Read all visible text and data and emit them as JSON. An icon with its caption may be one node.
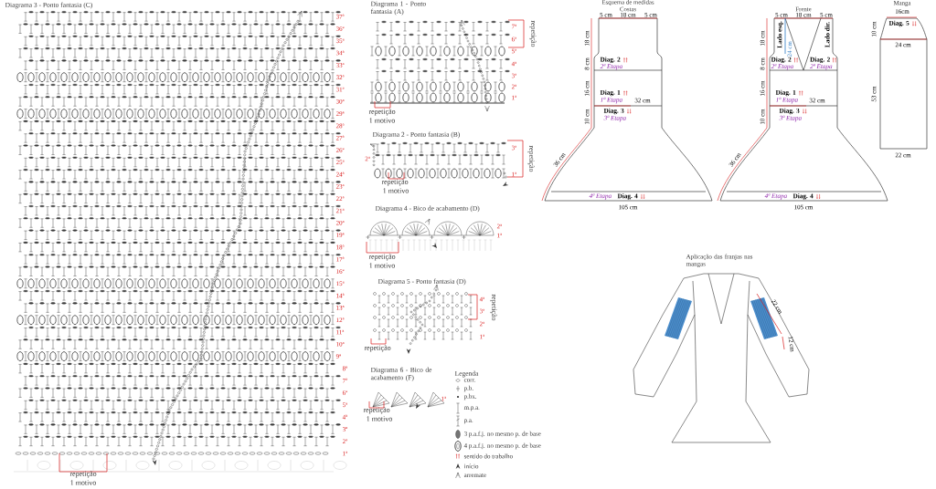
{
  "diagram": {
    "labels": [
      "Diagrama 3 - Ponto fantasia (C)",
      "37ª",
      "36ª",
      "35ª",
      "34ª",
      "33ª",
      "32ª",
      "31ª",
      "30ª",
      "29ª",
      "28ª",
      "27ª",
      "26ª",
      "25ª",
      "24ª",
      "23ª",
      "22ª",
      "21ª",
      "20ª",
      "19ª",
      "18ª",
      "17ª",
      "16ª",
      "15ª",
      "14ª",
      "13ª",
      "12ª",
      "11ª",
      "10ª",
      "9ª",
      "8ª",
      "7ª",
      "6ª",
      "5ª",
      "4ª",
      "3ª",
      "2ª",
      "1ª",
      "repetição",
      "1 motivo",
      "Diagrama 1 - Ponto fantasia (A)",
      "7ª",
      "6ª",
      "5ª",
      "4ª",
      "3ª",
      "2ª",
      "1ª",
      "repetição",
      "repetição",
      "1 motivo",
      "Diagrama 2 - Ponto fantasia (B)",
      "3ª",
      "2ª",
      "1ª",
      "repetição",
      "repetição",
      "1 motivo",
      "Diagrama 4 - Bico de acabamento (D)",
      "2ª",
      "1ª",
      "repetição",
      "1 motivo",
      "Diagrama 5 - Ponto fantasia (D)",
      "4ª",
      "3ª",
      "2ª",
      "1ª",
      "repetição",
      "repetição",
      "Diagrama 6 - Bico de acabamento (F)",
      "1ª",
      "repetição",
      "1 motivo",
      "Legenda",
      "Esquema de medidas",
      "Costas",
      "5 cm",
      "18 cm",
      "5 cm",
      "18 cm",
      "8 cm",
      "16 cm",
      "10 cm",
      "36 cm",
      "Diag. 2",
      "2ª Etapa",
      "Diag. 1",
      "1ª Etapa",
      "32 cm",
      "Diag. 3",
      "3ª Etapa",
      "4ª Etapa",
      "Diag. 4",
      "105 cm",
      "Frente",
      "5 cm",
      "18 cm",
      "5 cm",
      "18 cm",
      "Lado esq.",
      "24 cm",
      "Lado dir.",
      "8 cm",
      "16 cm",
      "10 cm",
      "36 cm",
      "Diag. 2",
      "2ª Etapa",
      "Diag. 2",
      "2ª Etapa",
      "Diag. 1",
      "1ª Etapa",
      "32 cm",
      "Diag. 3",
      "3ª Etapa",
      "4ª Etapa",
      "Diag. 4",
      "105 cm",
      "Manga",
      "16cm",
      "10 cm",
      "Diag. 5",
      "24 cm",
      "53 cm",
      "22 cm",
      "Aplicação das franjas nas mangas",
      "22 cm",
      "12 cm"
    ],
    "legend": [
      {
        "text": "corr."
      },
      {
        "text": "p.b."
      },
      {
        "text": "p.bx."
      },
      {
        "text": "m.p.a."
      },
      {
        "text": "p.a."
      },
      {
        "text": "3 p.a.f.j. no mesmo p. de base"
      },
      {
        "text": "4 p.a.f.j. no mesmo p. de base"
      },
      {
        "text": "sentido do trabalho"
      },
      {
        "text": "início"
      },
      {
        "text": "arremate"
      }
    ]
  }
}
